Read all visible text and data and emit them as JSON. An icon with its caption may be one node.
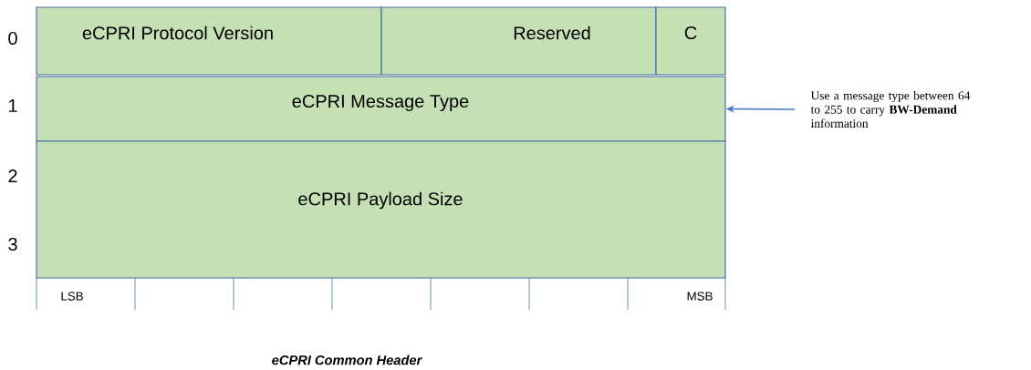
{
  "diagram": {
    "caption": "eCPRI Common Header",
    "nodes": [
      {
        "text": [
          "eCPRI Protocol Version"
        ]
      },
      {
        "text": [
          "Reserved"
        ]
      },
      {
        "text": [
          "C"
        ]
      },
      {
        "text": [
          "eCPRI Message Type"
        ]
      },
      {
        "text": [
          "eCPRI Payload Size"
        ]
      },
      {
        "text": [
          "Use a message type between 64 to 255 to carry **BW-Demand** information"
        ]
      }
    ],
    "edges": [
      {
        "from": 5,
        "to": 3,
        "arrow": "to"
      }
    ],
    "labels": [
      "0",
      "1",
      "2",
      "3",
      "LSB",
      "MSB"
    ]
  }
}
